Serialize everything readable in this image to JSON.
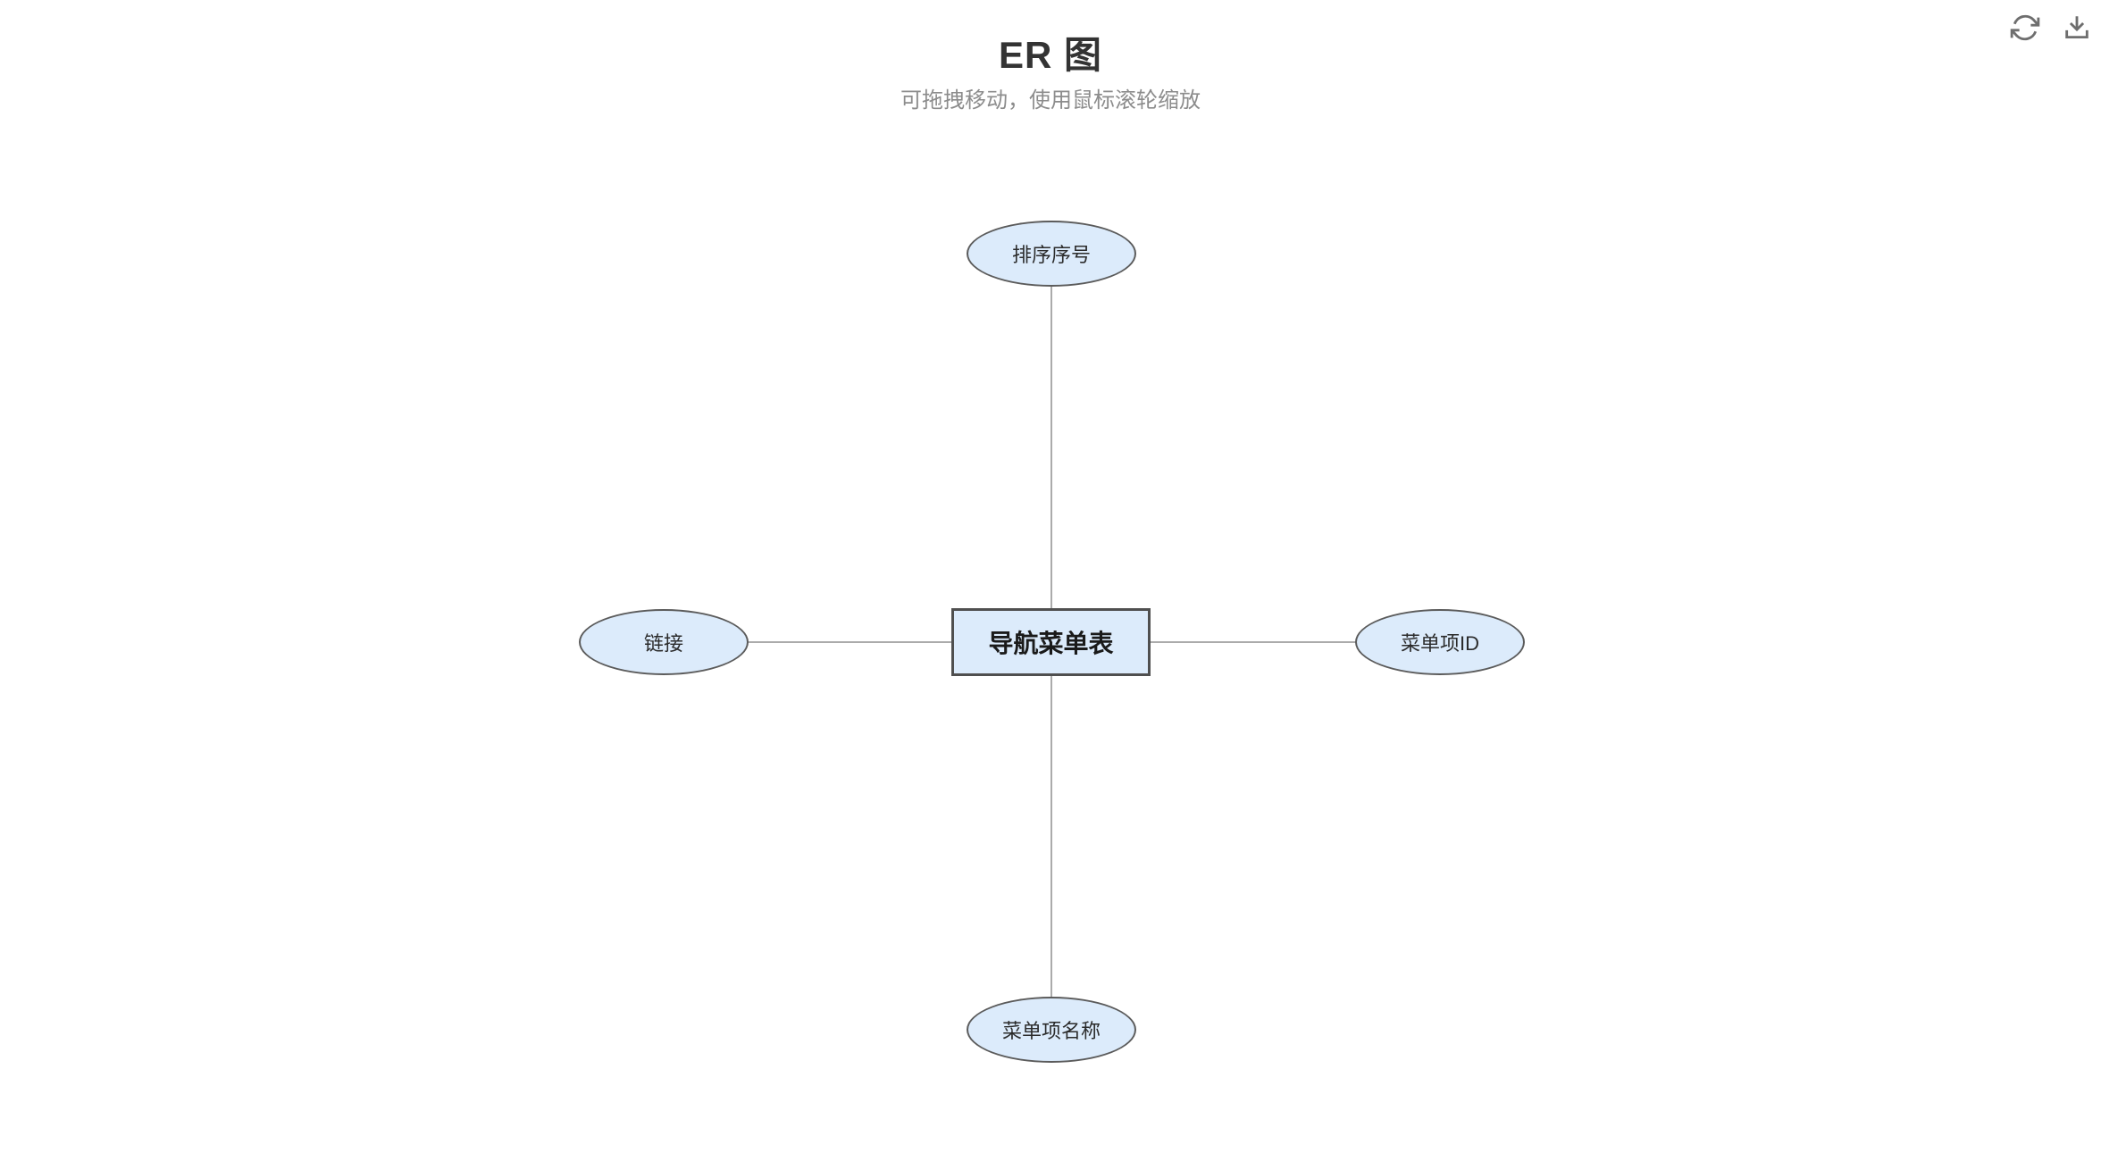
{
  "header": {
    "title": "ER 图",
    "subtitle": "可拖拽移动，使用鼠标滚轮缩放"
  },
  "toolbar": {
    "icons": [
      {
        "name": "refresh-icon"
      },
      {
        "name": "download-icon"
      }
    ]
  },
  "diagram": {
    "entity": {
      "label": "导航菜单表",
      "shape": "rectangle"
    },
    "attributes": [
      {
        "label": "排序序号",
        "position": "top",
        "shape": "ellipse"
      },
      {
        "label": "链接",
        "position": "left",
        "shape": "ellipse"
      },
      {
        "label": "菜单项ID",
        "position": "right",
        "shape": "ellipse"
      },
      {
        "label": "菜单项名称",
        "position": "bottom",
        "shape": "ellipse"
      }
    ],
    "edges": [
      {
        "from": "导航菜单表",
        "to": "排序序号"
      },
      {
        "from": "导航菜单表",
        "to": "链接"
      },
      {
        "from": "导航菜单表",
        "to": "菜单项ID"
      },
      {
        "from": "导航菜单表",
        "to": "菜单项名称"
      }
    ]
  },
  "colors": {
    "node_fill": "#dcebfb",
    "node_border": "#5b5b5b",
    "entity_border": "#4f4f4f",
    "edge": "#ababab",
    "title": "#333333",
    "subtitle": "#8c8c8c",
    "icon": "#6e6e6e"
  }
}
